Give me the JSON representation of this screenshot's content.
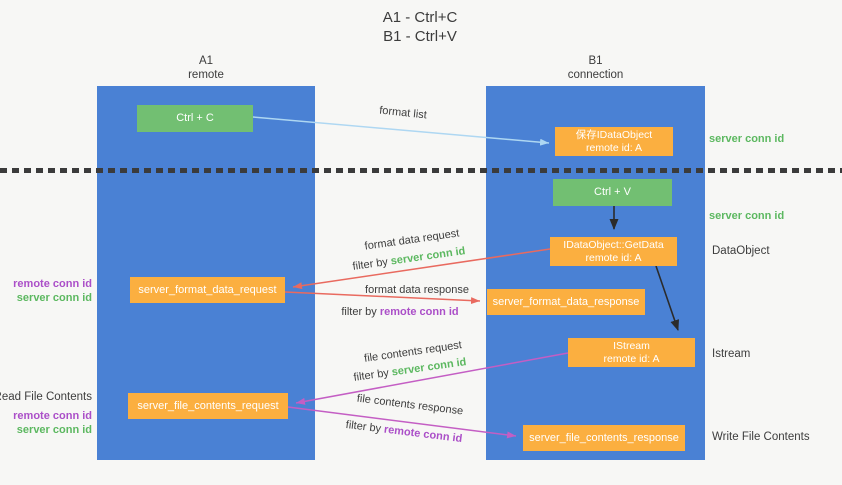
{
  "title": {
    "line1": "A1 - Ctrl+C",
    "line2": "B1 - Ctrl+V"
  },
  "lanes": {
    "left": {
      "name": "A1",
      "subtitle": "remote"
    },
    "right": {
      "name": "B1",
      "subtitle": "connection"
    }
  },
  "nodes": {
    "ctrl_c": {
      "label": "Ctrl + C"
    },
    "save_dataobject": {
      "line1": "保存IDataObject",
      "line2": "remote id: A"
    },
    "ctrl_v": {
      "label": "Ctrl + V"
    },
    "getdata": {
      "line1": "IDataObject::GetData",
      "line2": "remote id: A"
    },
    "server_format_data_request": {
      "label": "server_format_data_request"
    },
    "server_format_data_response": {
      "label": "server_format_data_response"
    },
    "istream": {
      "line1": "IStream",
      "line2": "remote id: A"
    },
    "server_file_contents_request": {
      "label": "server_file_contents_request"
    },
    "server_file_contents_response": {
      "label": "server_file_contents_response"
    }
  },
  "side_labels": {
    "server_conn_id": "server conn id",
    "remote_conn_id": "remote conn id",
    "dataobject": "DataObject",
    "istream": "Istream",
    "read_file_contents": "Read File Contents",
    "write_file_contents": "Write File Contents"
  },
  "arrow_labels": {
    "format_list": "format list",
    "format_data_request": "format data request",
    "format_data_response": "format data response",
    "file_contents_request": "file contents request",
    "file_contents_response": "file contents response",
    "filter_by": "filter by"
  },
  "colors": {
    "lane_blue": "#4a81d4",
    "box_green": "#72bf72",
    "box_orange": "#fbaf40",
    "green_label": "#5cb860",
    "purple_label": "#ab4fc8",
    "red_arrow": "#e96a5f",
    "magenta_arrow": "#c45ec4",
    "light_blue_arrow": "#aed7f2",
    "black_arrow": "#2b2b2b"
  }
}
